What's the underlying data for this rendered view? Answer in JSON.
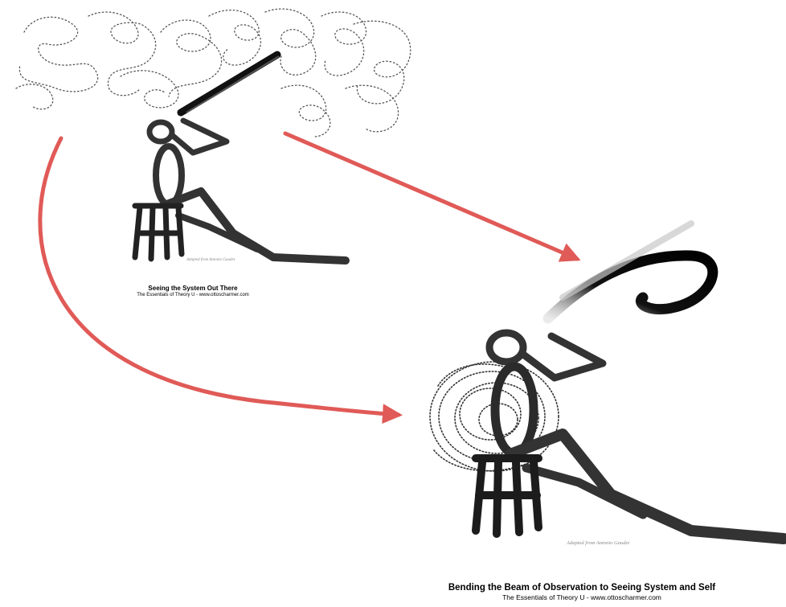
{
  "figure1": {
    "caption_title": "Seeing the System Out There",
    "caption_sub": "The Essentials of Theory U - www.ottoscharmer.com",
    "credit": "Adapted from Antonio Gaudet"
  },
  "figure2": {
    "caption_title": "Bending the Beam of Observation to Seeing System and Self",
    "caption_sub": "The Essentials of Theory U - www.ottoscharmer.com",
    "credit": "Adapted from Antonio Gaudet"
  },
  "colors": {
    "arrow": "#e05a57",
    "figure": "#3a3a3a",
    "beam": "#111111"
  }
}
